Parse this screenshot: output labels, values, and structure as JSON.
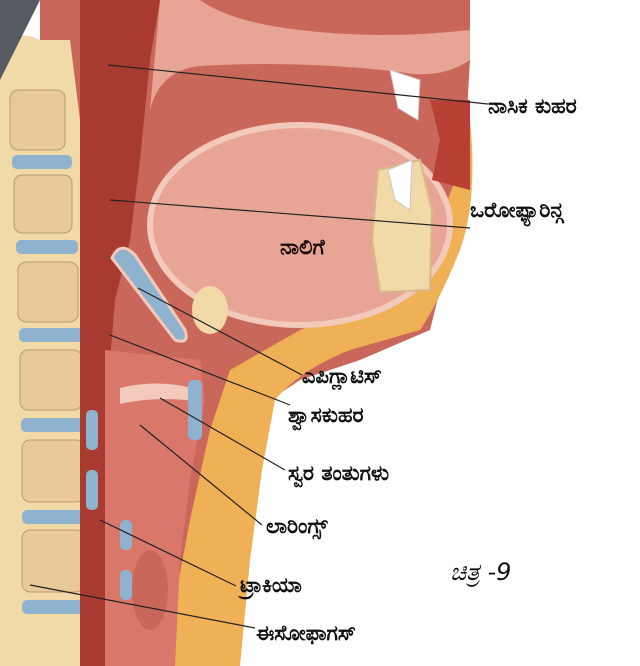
{
  "figure": {
    "caption": "ಚಿತ್ರ -9",
    "labels": {
      "nasal_cavity": "ನಾಸಿಕ ಕುಹರ",
      "oropharynx": "ಒರೋಫ್ಯಾರಿನ್ಗ",
      "tongue": "ನಾಲಿಗೆ",
      "epiglottis": "ಎಪಿಗ್ಲಾಟಿಸ್",
      "respiratory_cavity": "ಶ್ವಾಸಕುಹರ",
      "vocal_cords": "ಸ್ವರ ತಂತುಗಳು",
      "larynx": "ಲಾರಿಂಗ್ಸ್",
      "trachea": "ಟ್ರಾಕಿಯಾ",
      "esophagus": "ಈಸೋಫಾಗಸ್"
    }
  },
  "colors": {
    "flesh_dark": "#a83a30",
    "flesh_mid": "#c9685a",
    "flesh_light": "#e8a595",
    "flesh_pale": "#f3c9bc",
    "skin_orange": "#f0b056",
    "bone": "#f2d9a8",
    "bone_inner": "#e9c99a",
    "cartilage": "#8fb3cf",
    "leader": "#222222"
  }
}
